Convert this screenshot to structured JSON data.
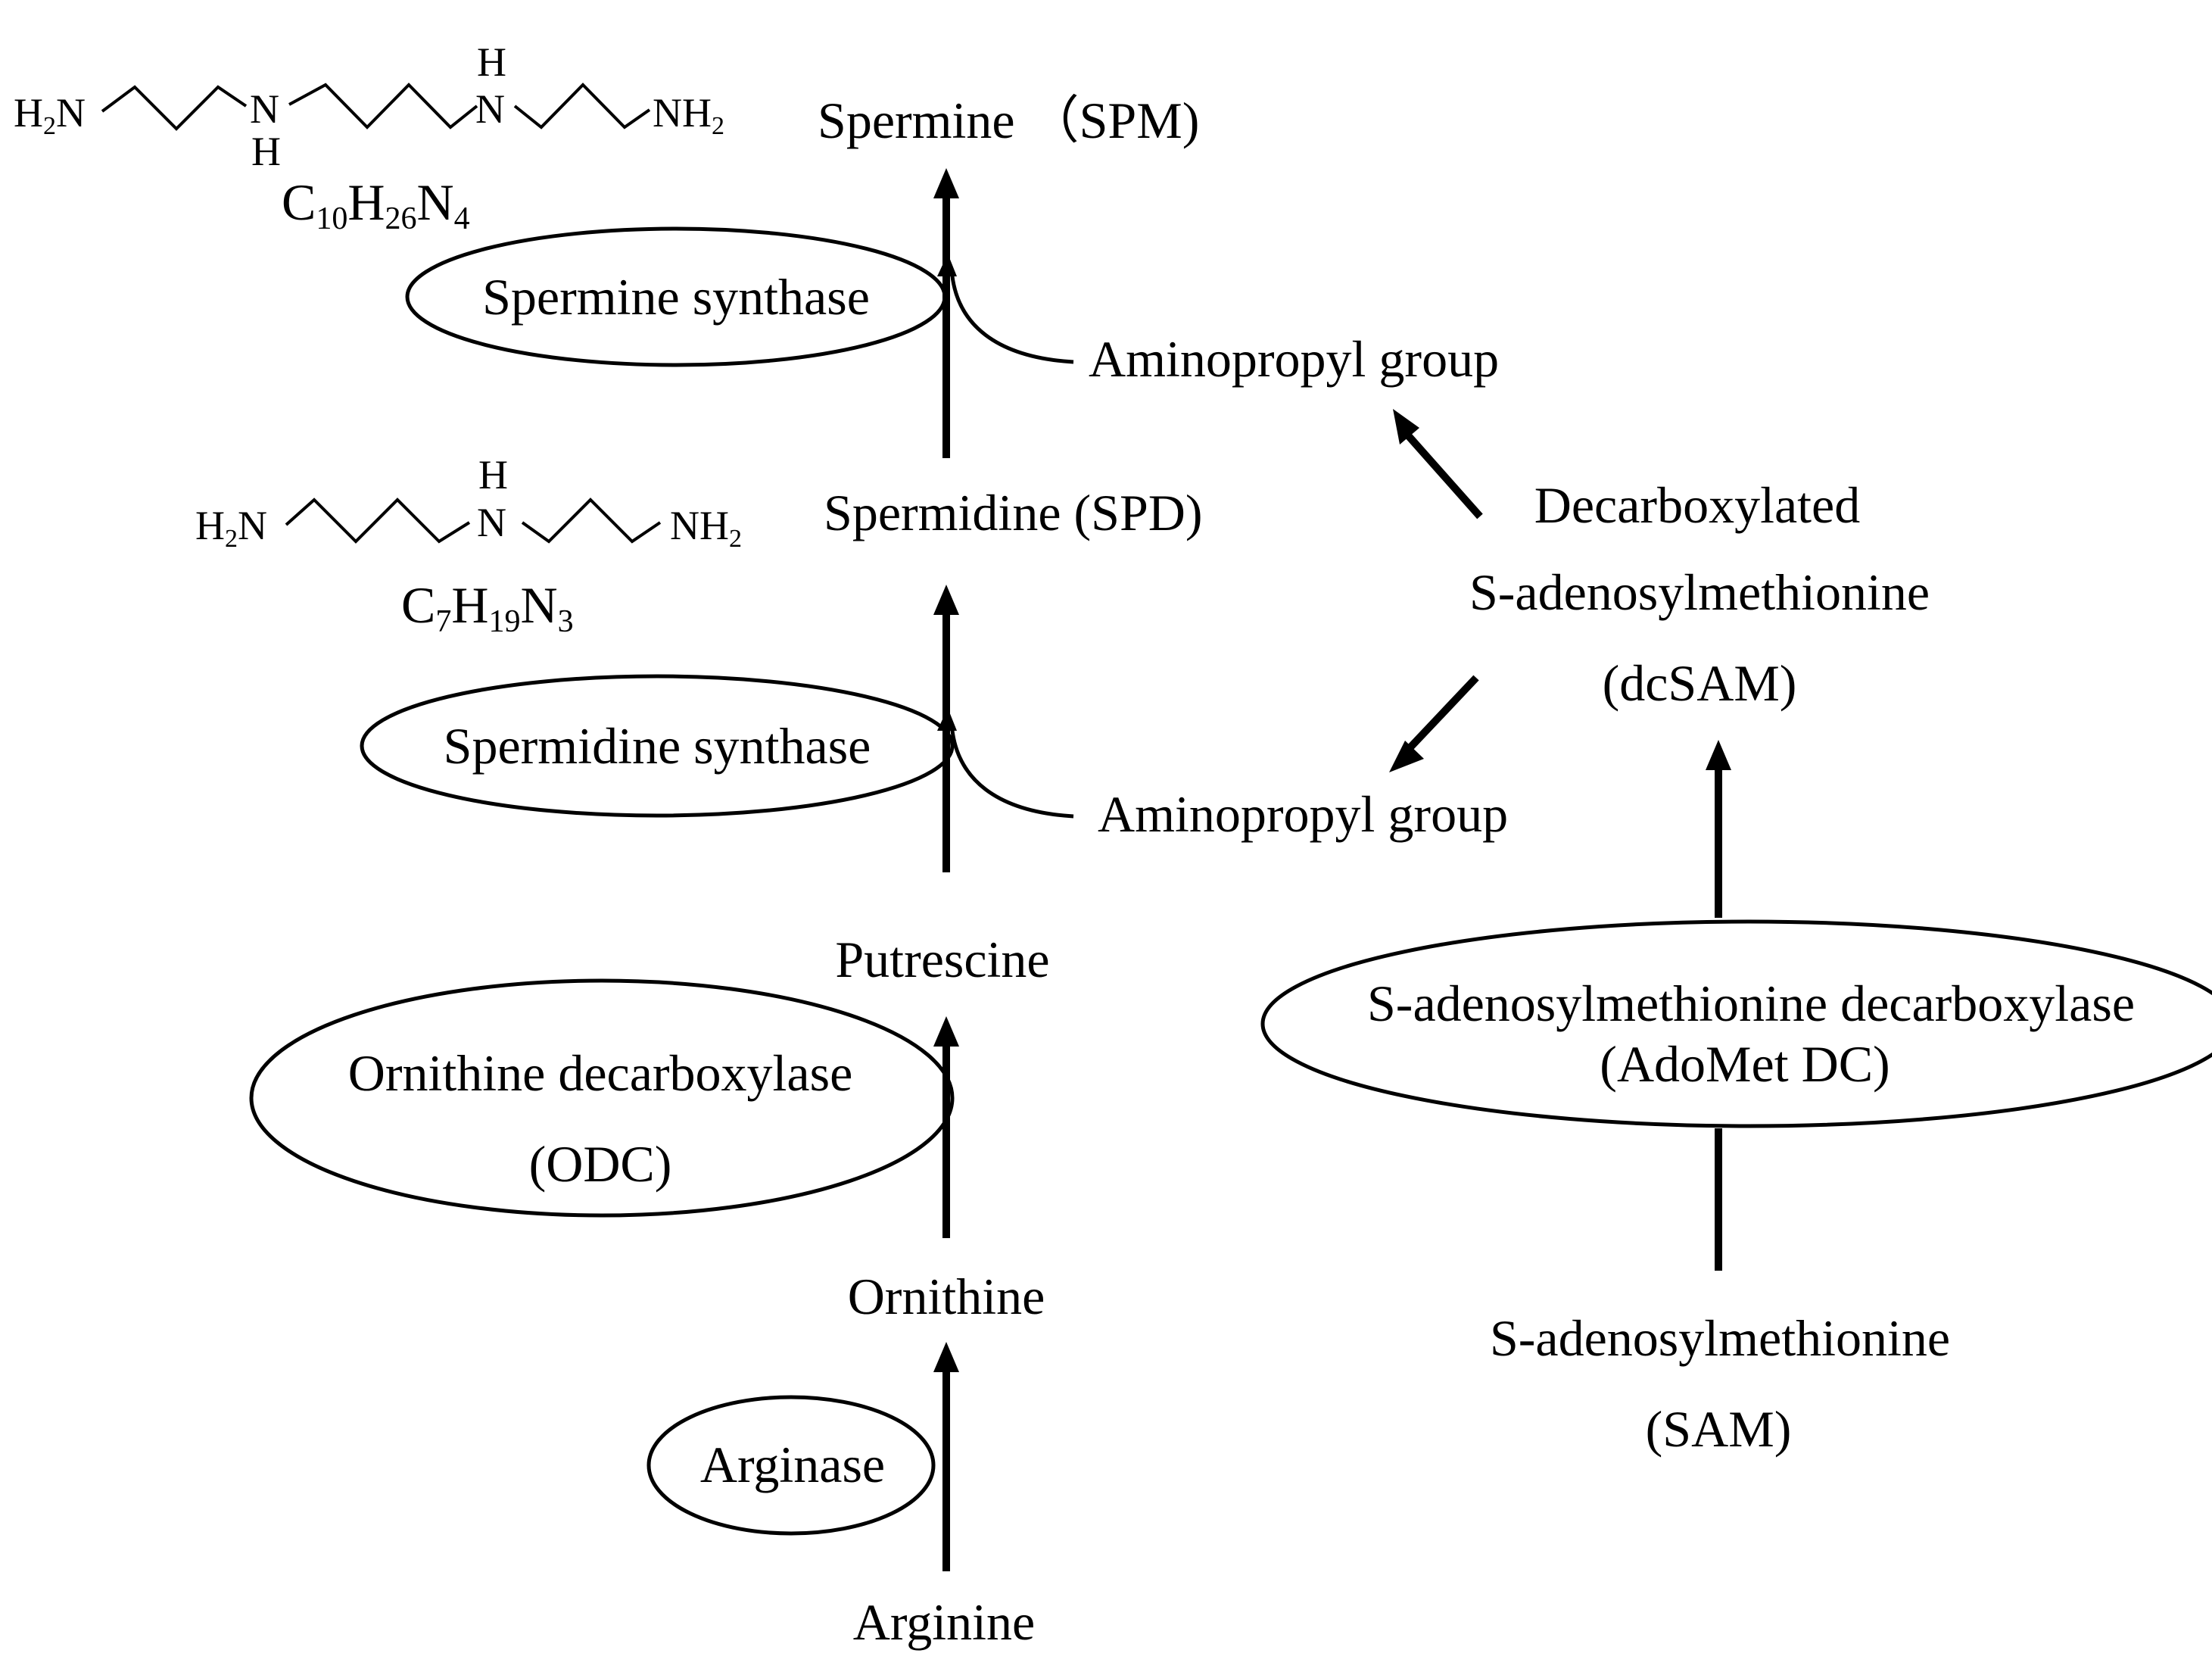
{
  "compounds": {
    "arginine": "Arginine",
    "ornithine": "Ornithine",
    "putrescine": "Putrescine",
    "spermidine": "Spermidine (SPD)",
    "spermine": "Spermine （SPM)",
    "sam_line1": "S-adenosylmethionine",
    "sam_line2": "(SAM)",
    "dcsam_line1": "Decarboxylated",
    "dcsam_line2": "S-adenosylmethionine",
    "dcsam_line3": "(dcSAM)",
    "aminopropyl_top": "Aminopropyl group",
    "aminopropyl_bottom": "Aminopropyl group"
  },
  "enzymes": {
    "arginase": "Arginase",
    "odc_line1": "Ornithine decarboxylase",
    "odc_line2": "(ODC)",
    "spermidine_synthase": "Spermidine synthase",
    "spermine_synthase": "Spermine synthase",
    "adomet_line1": "S-adenosylmethionine decarboxylase",
    "adomet_line2": "(AdoMet DC)"
  },
  "structures": {
    "spermine": {
      "h2n": "H",
      "h2n_sub": "2",
      "h2n_n": "N",
      "nh1_n": "N",
      "nh1_h": "H",
      "nh2_h": "H",
      "nh2_n": "N",
      "nh2_end": "NH",
      "nh2_end_sub": "2",
      "formula": {
        "c": "C",
        "c_sub": "10",
        "h": "H",
        "h_sub": "26",
        "n": "N",
        "n_sub": "4"
      }
    },
    "spermidine": {
      "h2n": "H",
      "h2n_sub": "2",
      "h2n_n": "N",
      "nh_h": "H",
      "nh_n": "N",
      "nh2_end": "NH",
      "nh2_end_sub": "2",
      "formula": {
        "c": "C",
        "c_sub": "7",
        "h": "H",
        "h_sub": "19",
        "n": "N",
        "n_sub": "3"
      }
    }
  }
}
